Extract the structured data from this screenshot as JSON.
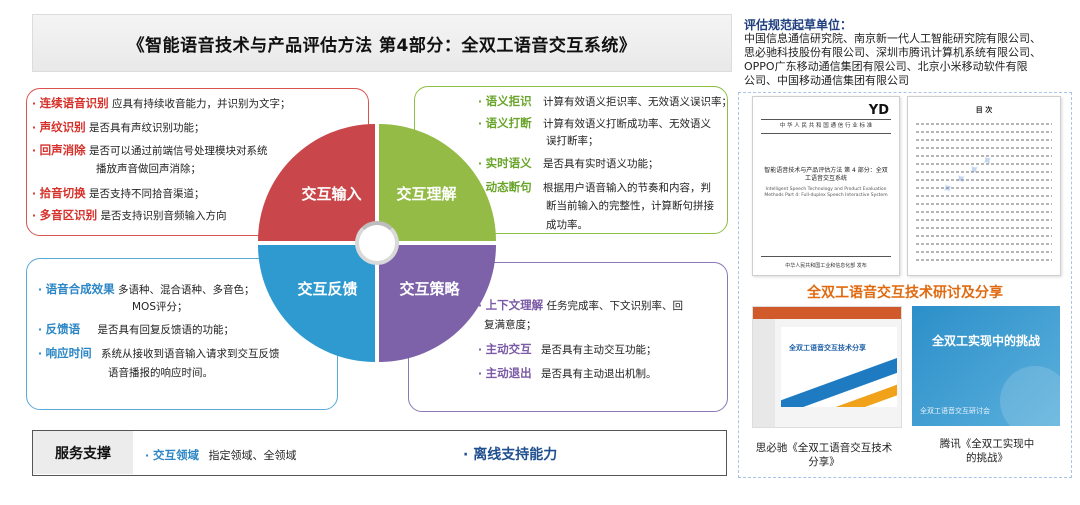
{
  "title": "《智能语音技术与产品评估方法  第4部分：全双工语音交互系统》",
  "wheel": {
    "input": "交互输入",
    "understand": "交互理解",
    "feedback": "交互反馈",
    "strategy": "交互策略"
  },
  "input_items": [
    {
      "label": "连续语音识别",
      "text": "应具有持续收音能力，并识别为文字；"
    },
    {
      "label": "声纹识别",
      "text": "是否具有声纹识别功能；"
    },
    {
      "label": "回声消除",
      "text": "是否可以通过前端信号处理模块对系统",
      "text2": "播放声音做回声消除；"
    },
    {
      "label": "拾音切换",
      "text": "是否支持不同拾音渠道；"
    },
    {
      "label": "多音区识别",
      "text": "是否支持识别音频输入方向"
    }
  ],
  "understand_items": [
    {
      "label": "语义拒识",
      "text": "计算有效语义拒识率、无效语义误识率；"
    },
    {
      "label": "语义打断",
      "text": "计算有效语义打断成功率、无效语义",
      "text2": "误打断率；"
    },
    {
      "label": "实时语义",
      "text": "是否具有实时语义功能；"
    },
    {
      "label": "动态断句",
      "text": "根据用户语音输入的节奏和内容，判",
      "text2": "断当前输入的完整性，计算断句拼接",
      "text3": "成功率。"
    }
  ],
  "feedback_items": [
    {
      "label": "语音合成效果",
      "text": "多语种、混合语种、多音色；",
      "text2": "MOS评分；"
    },
    {
      "label": "反馈语",
      "text": "是否具有回复反馈语的功能；"
    },
    {
      "label": "响应时间",
      "text": "系统从接收到语音输入请求到交互反馈",
      "text2": "语音播报的响应时间。"
    }
  ],
  "strategy_items": [
    {
      "label": "上下文理解",
      "text": "任务完成率、下文识别率、回",
      "text2": "复满意度；"
    },
    {
      "label": "主动交互",
      "text": "是否具有主动交互功能；"
    },
    {
      "label": "主动退出",
      "text": "是否具有主动退出机制。"
    }
  ],
  "service": {
    "title": "服务支撑",
    "item1_label": "交互领域",
    "item1_text": "指定领域、全领域",
    "item2": "离线支持能力"
  },
  "orgs": {
    "title": "评估规范起草单位：",
    "lines": [
      "中国信息通信研究院、南京新一代人工智能研究院有限公司、",
      "思必驰科技股份有限公司、深圳市腾讯计算机系统有限公司、",
      "OPPO广东移动通信集团有限公司、北京小米移动软件有限",
      "公司、中国移动通信集团有限公司"
    ]
  },
  "doc": {
    "mark": "YD",
    "std": "中 华 人 民 共 和 国 通 信 行 业 标 准",
    "title": "智能语音技术与产品评估方法 第 4 部分：全双工语音交互系统",
    "subtitle": "Intelligent Speech Technology and Product Evaluation Methods Part 4: Full-duplex Speech Interactive System",
    "footer": "中华人民共和国工业和信息化部  发布",
    "toc_title": "目 次"
  },
  "share_title": "全双工语音交互技术研讨及分享",
  "thumb1_title": "全双工语音交互技术分享",
  "thumb2_title": "全双工实现中的挑战",
  "thumb2_sub": "全双工语音交互研讨会",
  "captions": {
    "left1": "思必驰《全双工语音交互技术",
    "left2": "分享》",
    "right1": "腾讯《全双工实现中",
    "right2": "的挑战》"
  },
  "colors": {
    "input": "#c9474a",
    "understand": "#93bb45",
    "feedback": "#2e9ad0",
    "strategy": "#7e62a9",
    "accent_orange": "#e06a10"
  }
}
